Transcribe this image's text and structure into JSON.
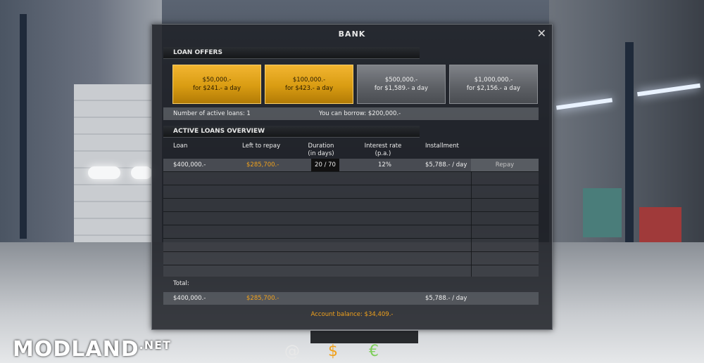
{
  "window": {
    "title": "BANK",
    "close_glyph": "✕"
  },
  "sections": {
    "loan_offers": "LOAN OFFERS",
    "active_loans": "ACTIVE LOANS OVERVIEW"
  },
  "offers": [
    {
      "amount": "$50,000.-",
      "rate": "for $241.- a day",
      "style": "gold"
    },
    {
      "amount": "$100,000.-",
      "rate": "for $423.- a day",
      "style": "gold"
    },
    {
      "amount": "$500,000.-",
      "rate": "for $1,589.- a day",
      "style": "grey"
    },
    {
      "amount": "$1,000,000.-",
      "rate": "for $2,156.- a day",
      "style": "grey"
    }
  ],
  "info": {
    "active_loans": "Number of active loans: 1",
    "can_borrow": "You can borrow: $200,000.-"
  },
  "table": {
    "headers": {
      "loan": "Loan",
      "left": "Left to repay",
      "duration_1": "Duration",
      "duration_2": "(in days)",
      "interest_1": "Interest rate",
      "interest_2": "(p.a.)",
      "installment": "Installment"
    },
    "rows": [
      {
        "loan": "$400,000.-",
        "left": "$285,700.-",
        "duration": "20 / 70",
        "interest": "12%",
        "installment": "$5,788.- / day",
        "action": "Repay"
      }
    ],
    "total_label": "Total:",
    "total": {
      "loan": "$400,000.-",
      "left": "$285,700.-",
      "installment": "$5,788.- / day"
    }
  },
  "account_balance": "Account balance: $34,409.-",
  "dock": {
    "email_icon": "@",
    "money_icon": "$",
    "bank_icon": "€"
  },
  "watermark": {
    "main": "MODLAND",
    "suffix": ".NET"
  },
  "colors": {
    "accent_orange": "#f0a11c",
    "gold_button": "#e0a41a"
  }
}
